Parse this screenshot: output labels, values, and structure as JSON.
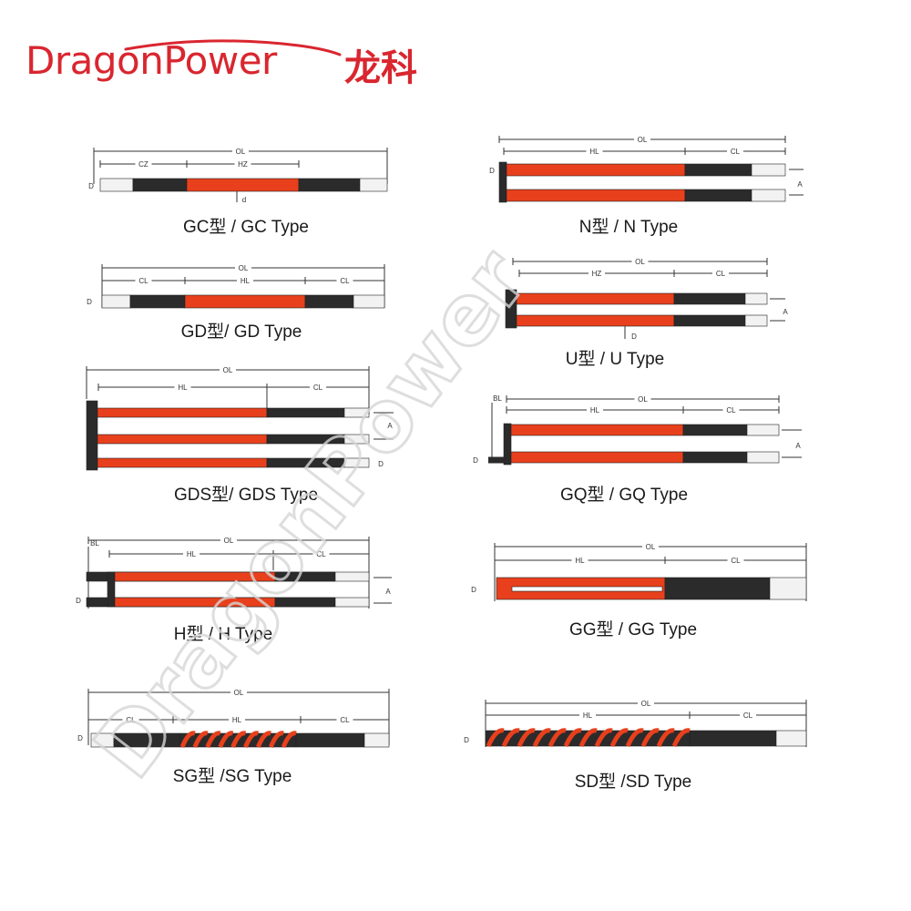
{
  "brand": {
    "name": "DragonPower",
    "name_cn": "龙科",
    "color": "#d9262f"
  },
  "watermark": "DragonPower",
  "colors": {
    "hot_zone": "#e8401c",
    "cold_zone": "#2b2b2b",
    "terminal": "#f2f2f2",
    "line": "#333333"
  },
  "types": [
    {
      "id": "gc",
      "caption": "GC型 / GC Type",
      "labels": [
        "OL",
        "CZ",
        "HZ",
        "D",
        "d"
      ]
    },
    {
      "id": "n",
      "caption": "N型 / N Type",
      "labels": [
        "OL",
        "HL",
        "CL",
        "D",
        "A"
      ]
    },
    {
      "id": "gd",
      "caption": "GD型/ GD Type",
      "labels": [
        "OL",
        "CL",
        "HL",
        "CL",
        "D"
      ]
    },
    {
      "id": "u",
      "caption": "U型 / U Type",
      "labels": [
        "OL",
        "HZ",
        "CL",
        "A",
        "D"
      ]
    },
    {
      "id": "gds",
      "caption": "GDS型/ GDS Type",
      "labels": [
        "OL",
        "HL",
        "CL",
        "A",
        "D"
      ]
    },
    {
      "id": "gq",
      "caption": "GQ型 / GQ Type",
      "labels": [
        "BL",
        "OL",
        "HL",
        "CL",
        "A",
        "D"
      ]
    },
    {
      "id": "h",
      "caption": "H型 / H Type",
      "labels": [
        "BL",
        "OL",
        "HL",
        "CL",
        "D",
        "A"
      ]
    },
    {
      "id": "gg",
      "caption": "GG型 / GG Type",
      "labels": [
        "OL",
        "HL",
        "CL",
        "D"
      ]
    },
    {
      "id": "sg",
      "caption": "SG型 /SG Type",
      "labels": [
        "OL",
        "CL",
        "HL",
        "CL",
        "D"
      ]
    },
    {
      "id": "sd",
      "caption": "SD型 /SD Type",
      "labels": [
        "OL",
        "HL",
        "CL",
        "D"
      ]
    }
  ]
}
